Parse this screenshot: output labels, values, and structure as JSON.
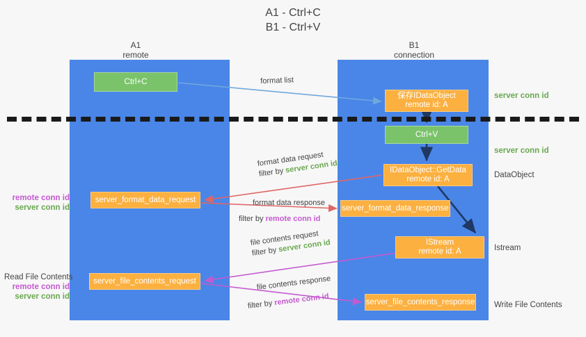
{
  "title": {
    "line1": "A1 - Ctrl+C",
    "line2": "B1 - Ctrl+V"
  },
  "columns": [
    {
      "id": "a1",
      "name": "A1",
      "role": "remote"
    },
    {
      "id": "b1",
      "name": "B1",
      "role": "connection"
    }
  ],
  "nodes": {
    "ctrl_c": {
      "label": "Ctrl+C",
      "kind": "green"
    },
    "idataobject": {
      "line1": "保存IDataObject",
      "line2": "remote id: A",
      "kind": "orange"
    },
    "ctrl_v": {
      "label": "Ctrl+V",
      "kind": "green"
    },
    "getdata": {
      "line1": "IDataObject::GetData",
      "line2": "remote id: A",
      "kind": "orange"
    },
    "fmt_data_req": {
      "label": "server_format_data_request",
      "kind": "orange"
    },
    "fmt_data_res": {
      "label": "server_format_data_response",
      "kind": "orange"
    },
    "istream": {
      "line1": "IStream",
      "line2": "remote id: A",
      "kind": "orange"
    },
    "file_cont_req": {
      "label": "server_file_contents_request",
      "kind": "orange"
    },
    "file_cont_res": {
      "label": "server_file_contents_response",
      "kind": "orange"
    }
  },
  "edge_labels": {
    "format_list": "format list",
    "format_data_request": {
      "line1": "format data request",
      "prefix": "filter by ",
      "token": "server conn id"
    },
    "format_data_response": {
      "line1": "format data response",
      "prefix": "filter by ",
      "token": "remote conn id"
    },
    "file_contents_request": {
      "line1": "file contents request",
      "prefix": "filter by ",
      "token": "server conn id"
    },
    "file_contents_response": {
      "line1": "file contents response",
      "prefix": "filter by ",
      "token": "remote conn id"
    }
  },
  "annotations": {
    "right": [
      {
        "id": "server-conn-id-top",
        "text": "server conn id",
        "style": "green"
      },
      {
        "id": "server-conn-id-mid",
        "text": "server conn id",
        "style": "green"
      },
      {
        "id": "dataobject",
        "text": "DataObject",
        "style": "plain"
      },
      {
        "id": "istream",
        "text": "Istream",
        "style": "plain"
      },
      {
        "id": "write-file-contents",
        "text": "Write File Contents",
        "style": "plain"
      }
    ],
    "left_upper": {
      "remote": "remote conn id",
      "server": "server conn id"
    },
    "left_lower": {
      "heading": "Read File Contents",
      "remote": "remote conn id",
      "server": "server conn id"
    }
  },
  "colors": {
    "lane": "#4a86e8",
    "green_node": "#7ac36a",
    "orange_node": "#fbb040",
    "server_conn_id": "#6aa84f",
    "remote_conn_id": "#c45ad0",
    "arrow_format_list": "#6fa8dc",
    "arrow_format_data": "#e06666",
    "arrow_file_contents": "#c45ad0",
    "arrow_internal": "#1f3864",
    "dashed_line": "#1a1a1a",
    "background": "#f7f7f7"
  }
}
